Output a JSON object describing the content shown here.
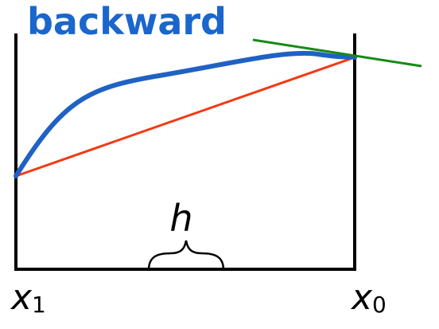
{
  "title": "backward",
  "labels": {
    "h": "h",
    "x1_base": "x",
    "x1_sub": "1",
    "x0_base": "x",
    "x0_sub": "0"
  },
  "colors": {
    "title": "#1a66cc",
    "curve": "#1f62c4",
    "secant": "#f23a14",
    "tangent": "#178a17",
    "frame": "#000000"
  }
}
